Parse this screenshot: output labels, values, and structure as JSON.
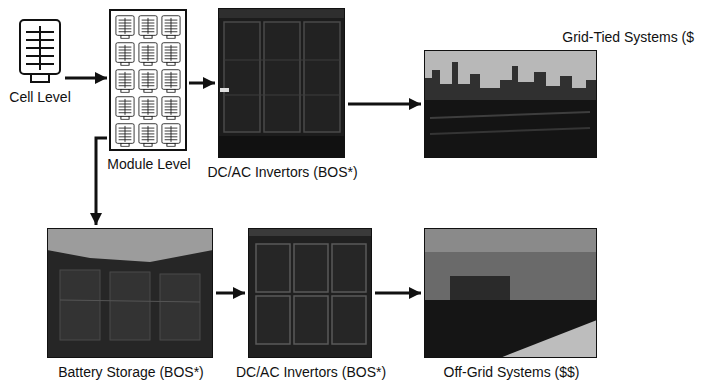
{
  "diagram": {
    "nodes": [
      {
        "text": [
          "Cell Level"
        ]
      },
      {
        "text": [
          "Module Level"
        ]
      },
      {
        "text": [
          "DC/AC Invertors (BOS*)"
        ]
      },
      {
        "text": [
          "Grid-Tied Systems ($"
        ]
      },
      {
        "text": [
          "Battery Storage (BOS*)"
        ]
      },
      {
        "text": [
          "DC/AC Invertors (BOS*)"
        ]
      },
      {
        "text": [
          "Off-Grid Systems ($$)"
        ]
      }
    ],
    "edges": [
      {
        "from": 0,
        "to": 1,
        "arrow": "to"
      },
      {
        "from": 1,
        "to": 2,
        "arrow": "to"
      },
      {
        "from": 2,
        "to": 3,
        "arrow": "to"
      },
      {
        "from": 1,
        "to": 4,
        "arrow": "to"
      },
      {
        "from": 4,
        "to": 5,
        "arrow": "to"
      },
      {
        "from": 5,
        "to": 6,
        "arrow": "to"
      }
    ]
  }
}
